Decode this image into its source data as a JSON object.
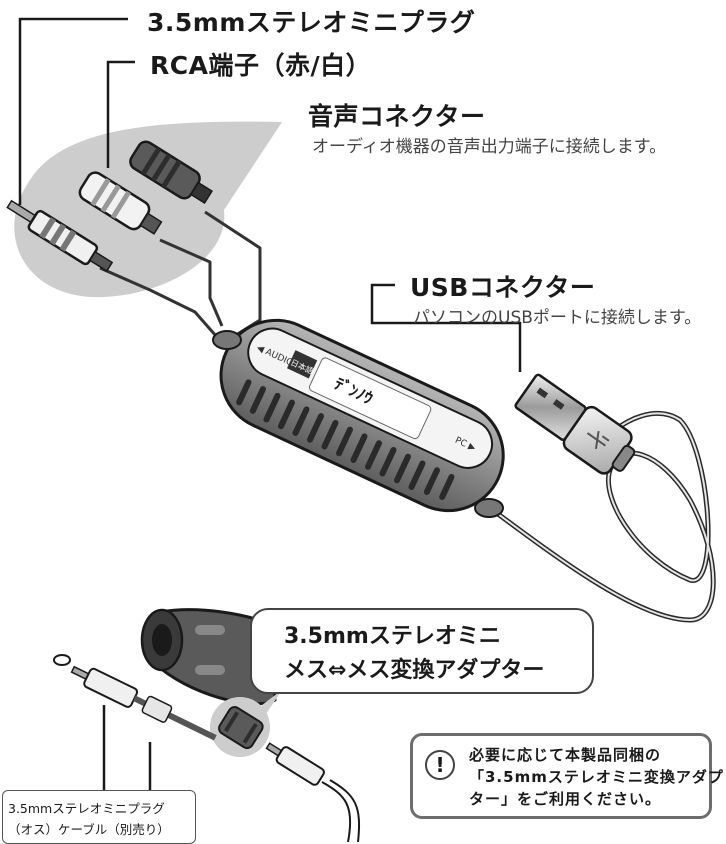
{
  "labels": {
    "stereo_plug": "3.5mmステレオミニプラグ",
    "rca": "RCA端子（赤/白）",
    "audio_connector_title": "音声コネクター",
    "audio_connector_desc": "オーディオ機器の音声出力端子に接続します。",
    "usb_connector_title": "USBコネクター",
    "usb_connector_desc": "パソコンのUSBポートに接続します。"
  },
  "device": {
    "audio_port_label": "◀ AUDIO",
    "pc_port_label": "PC ▶",
    "brand": "ﾃﾞﾝﾉｳ",
    "model_badge": "日本語"
  },
  "adapter_callout": {
    "line1": "3.5mmステレオミニ",
    "line2": "メス⇔メス変換アダプター"
  },
  "note": {
    "icon": "!",
    "line1": "必要に応じて本製品同梱の",
    "line2": "「3.5mmステレオミニ変換アダプ",
    "line3": "ター」をご利用ください。"
  },
  "cable_label": {
    "line1": "3.5mmステレオミニプラグ",
    "line2": "（オス）ケーブル（別売り）"
  },
  "colors": {
    "callout_gray": "#c8c8c8",
    "device_body": "#8c8c8c",
    "outline": "#1a1a1a"
  }
}
